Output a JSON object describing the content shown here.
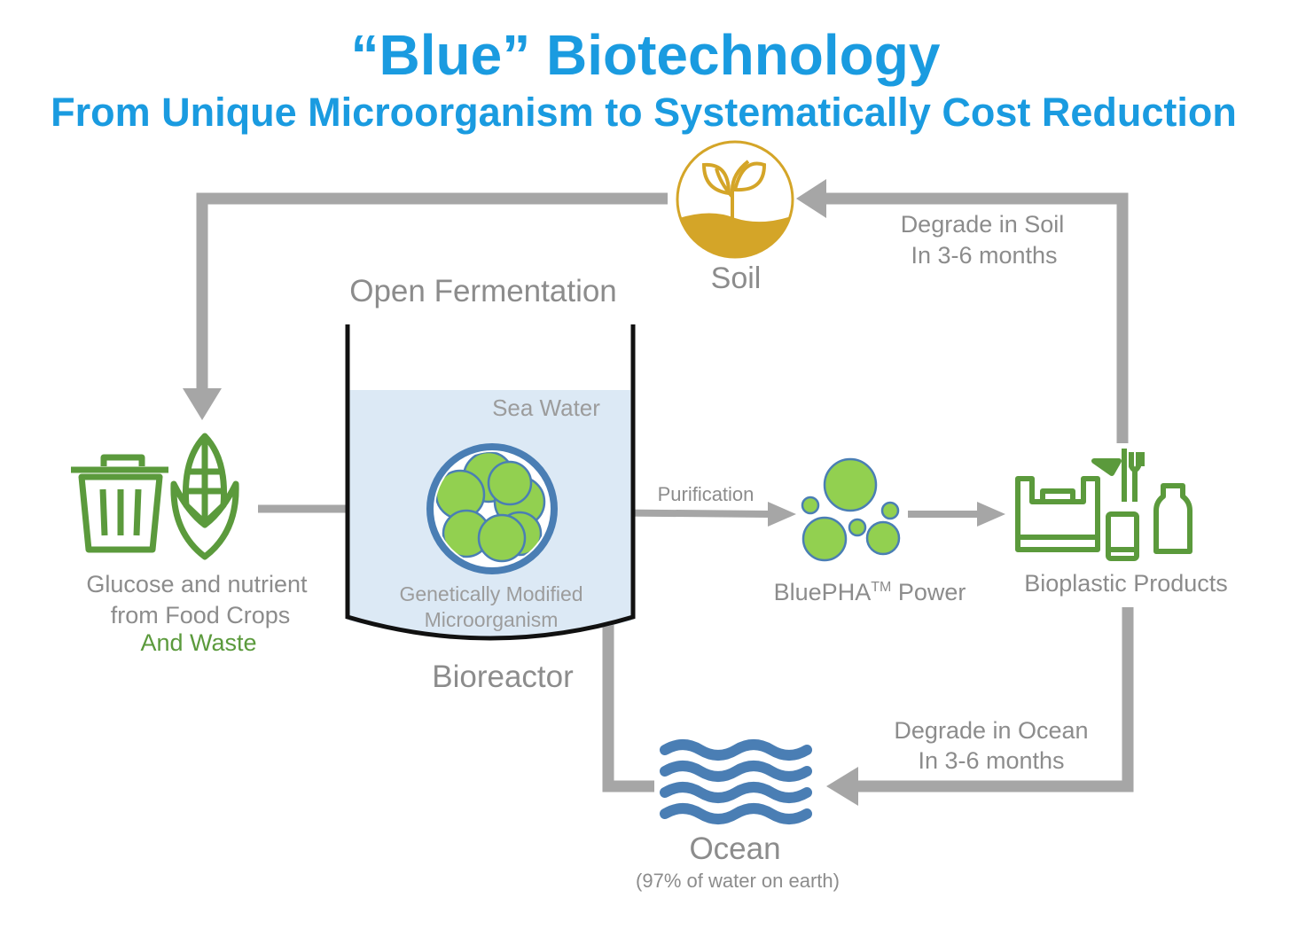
{
  "title": "“Blue” Biotechnology",
  "subtitle": "From Unique Microorganism to Systematically Cost Reduction",
  "colors": {
    "title_blue": "#1a9be0",
    "arrow_gray": "#a6a6a6",
    "label_gray": "#8c8c8c",
    "green": "#5b9a3c",
    "bubble_green": "#92d050",
    "reactor_blue": "#4a7eb4",
    "sea_fill": "#dce9f5",
    "soil_gold": "#d4a528",
    "ocean_blue": "#4a7eb4"
  },
  "icons": {
    "soil": "soil-sprout-icon",
    "trash": "trash-can-icon",
    "corn": "corn-icon",
    "bubbles": "pha-bubbles-icon",
    "products": "bioplastic-products-icon",
    "ocean": "ocean-waves-icon"
  },
  "nodes": {
    "soil": {
      "label": "Soil"
    },
    "input": {
      "line1": "Glucose and nutrient",
      "line2": "from Food Crops",
      "line3": "And Waste"
    },
    "fermentation": {
      "label": "Open Fermentation"
    },
    "sea_water": {
      "label": "Sea Water"
    },
    "microorganism": {
      "line1": "Genetically Modified",
      "line2": "Microorganism"
    },
    "bioreactor": {
      "label": "Bioreactor"
    },
    "powder": {
      "label": "BluePHA",
      "sup": "TM",
      "suffix": " Power"
    },
    "products": {
      "label": "Bioplastic Products"
    },
    "ocean": {
      "label": "Ocean",
      "note": "(97% of water on earth)"
    }
  },
  "edges": {
    "purification": "Purification",
    "soil_degrade": {
      "line1": "Degrade in Soil",
      "line2": "In 3-6 months"
    },
    "ocean_degrade": {
      "line1": "Degrade in Ocean",
      "line2": "In 3-6 months"
    }
  }
}
